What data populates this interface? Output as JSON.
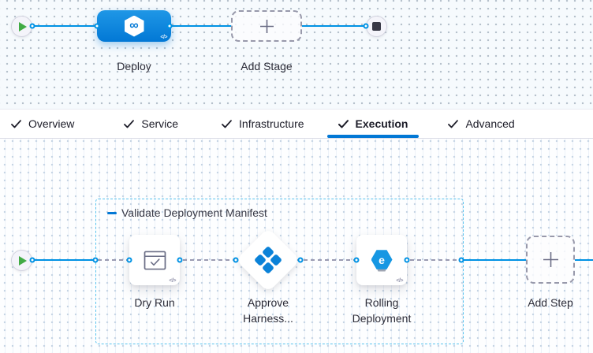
{
  "stage_canvas": {
    "deploy_stage": {
      "label": "Deploy",
      "icon": "harness-cd-hexagon"
    },
    "add_stage": {
      "label": "Add Stage"
    }
  },
  "tab_bar": {
    "tabs": [
      {
        "label": "Overview",
        "checked": true,
        "active": false
      },
      {
        "label": "Service",
        "checked": true,
        "active": false
      },
      {
        "label": "Infrastructure",
        "checked": true,
        "active": false
      },
      {
        "label": "Execution",
        "checked": true,
        "active": true
      },
      {
        "label": "Advanced",
        "checked": true,
        "active": false
      }
    ]
  },
  "execution_canvas": {
    "step_group": {
      "label": "Validate Deployment Manifest"
    },
    "steps": [
      {
        "label": "Dry Run",
        "icon": "dry-run-checkbox"
      },
      {
        "label": "Approve Harness...",
        "icon": "harness-approval-diamonds"
      },
      {
        "label": "Rolling Deployment",
        "icon": "rolling-deployment-hexagon"
      }
    ],
    "add_step": {
      "label": "Add Step"
    }
  },
  "icons": {
    "harness_glyph": "∞",
    "rolling_glyph": "e",
    "code": "</>"
  },
  "colors": {
    "accent_blue": "#0278d5",
    "connector_blue": "#0092e4",
    "group_border_cyan": "#59c3ee",
    "play_green": "#42ab45",
    "stop_slate": "#383946"
  }
}
